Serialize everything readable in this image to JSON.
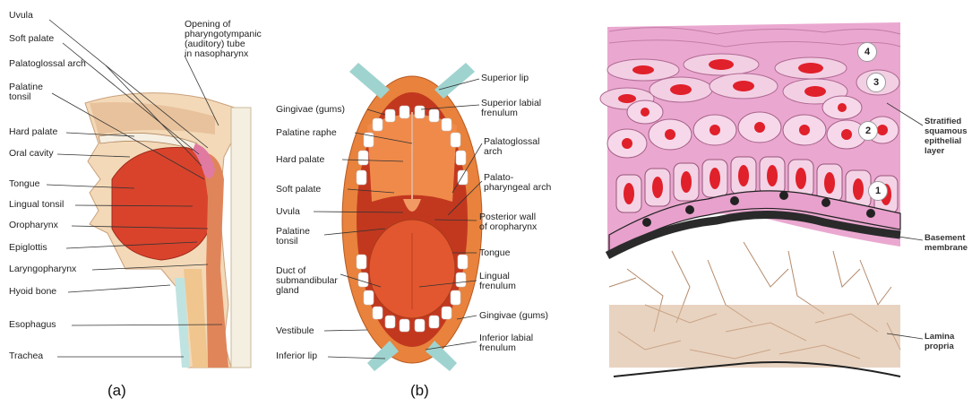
{
  "panel_a": {
    "caption": "(a)",
    "labels": [
      "Uvula",
      "Soft palate",
      "Palatoglossal arch",
      "Palatine\ntonsil",
      "Hard palate",
      "Oral cavity",
      "Tongue",
      "Lingual tonsil",
      "Oropharynx",
      "Epiglottis",
      "Laryngopharynx",
      "Hyoid bone",
      "Esophagus",
      "Trachea"
    ],
    "top_label": "Opening of\npharyngotympanic\n(auditory) tube\nin nasopharynx"
  },
  "panel_b": {
    "caption": "(b)",
    "left_labels": [
      "Gingivae (gums)",
      "Palatine raphe",
      "Hard palate",
      "Soft palate",
      "Uvula",
      "Palatine\ntonsil",
      "Duct of\nsubmandibular\ngland",
      "Vestibule",
      "Inferior lip"
    ],
    "right_labels": [
      "Superior lip",
      "Superior labial\nfrenulum",
      "Palatoglossal\narch",
      "Palato-\npharyngeal arch",
      "Posterior wall\nof oropharynx",
      "Tongue",
      "Lingual\nfrenulum",
      "Gingivae (gums)",
      "Inferior labial\nfrenulum"
    ]
  },
  "panel_c": {
    "numbers": [
      "4",
      "3",
      "2",
      "1"
    ],
    "labels": [
      "Stratified\nsquamous\nepithelial\nlayer",
      "Basement\nmembrane",
      "Lamina\npropria"
    ]
  },
  "colors": {
    "muscle": "#d9432c",
    "pink_tissue": "#e8a6cf",
    "cell_nucleus": "#e0202a",
    "membrane": "#2a2a2a",
    "fibers": "#b48a6a"
  }
}
